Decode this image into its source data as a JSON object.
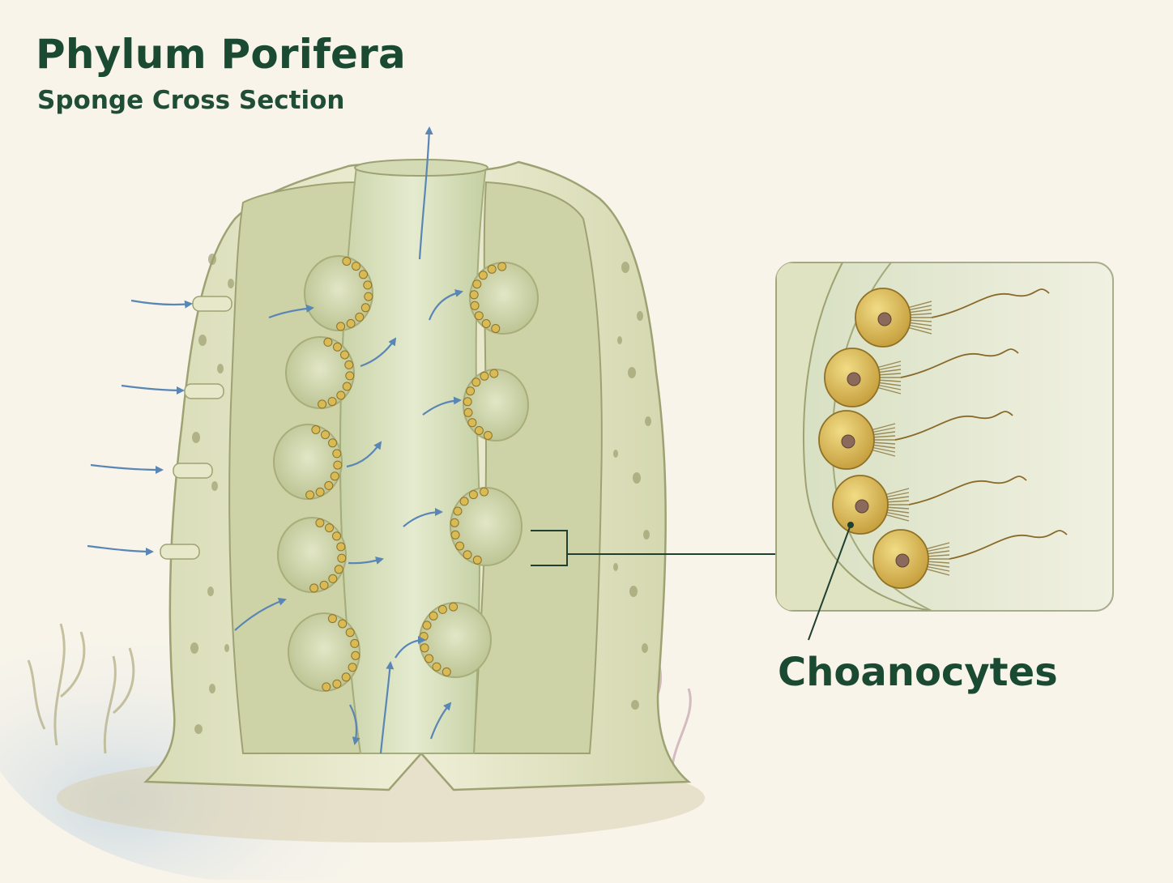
{
  "title": "Phylum Porifera",
  "subtitle": "Sponge Cross Section",
  "callout_label": "Choanocytes",
  "colors": {
    "heading": "#1b4a33",
    "sponge_body": "#e6e7c6",
    "sponge_shadow": "#bfc49a",
    "cavity": "#dde4c4",
    "choanocyte": "#d9bb55",
    "flow_arrow": "#5a86b5",
    "callout_line": "#1f3f2f",
    "background": "#f8f4ea"
  },
  "icons": {
    "flow": "arrow-icon",
    "cell": "choanocyte-cell-icon",
    "flagellum": "flagellum-icon"
  }
}
